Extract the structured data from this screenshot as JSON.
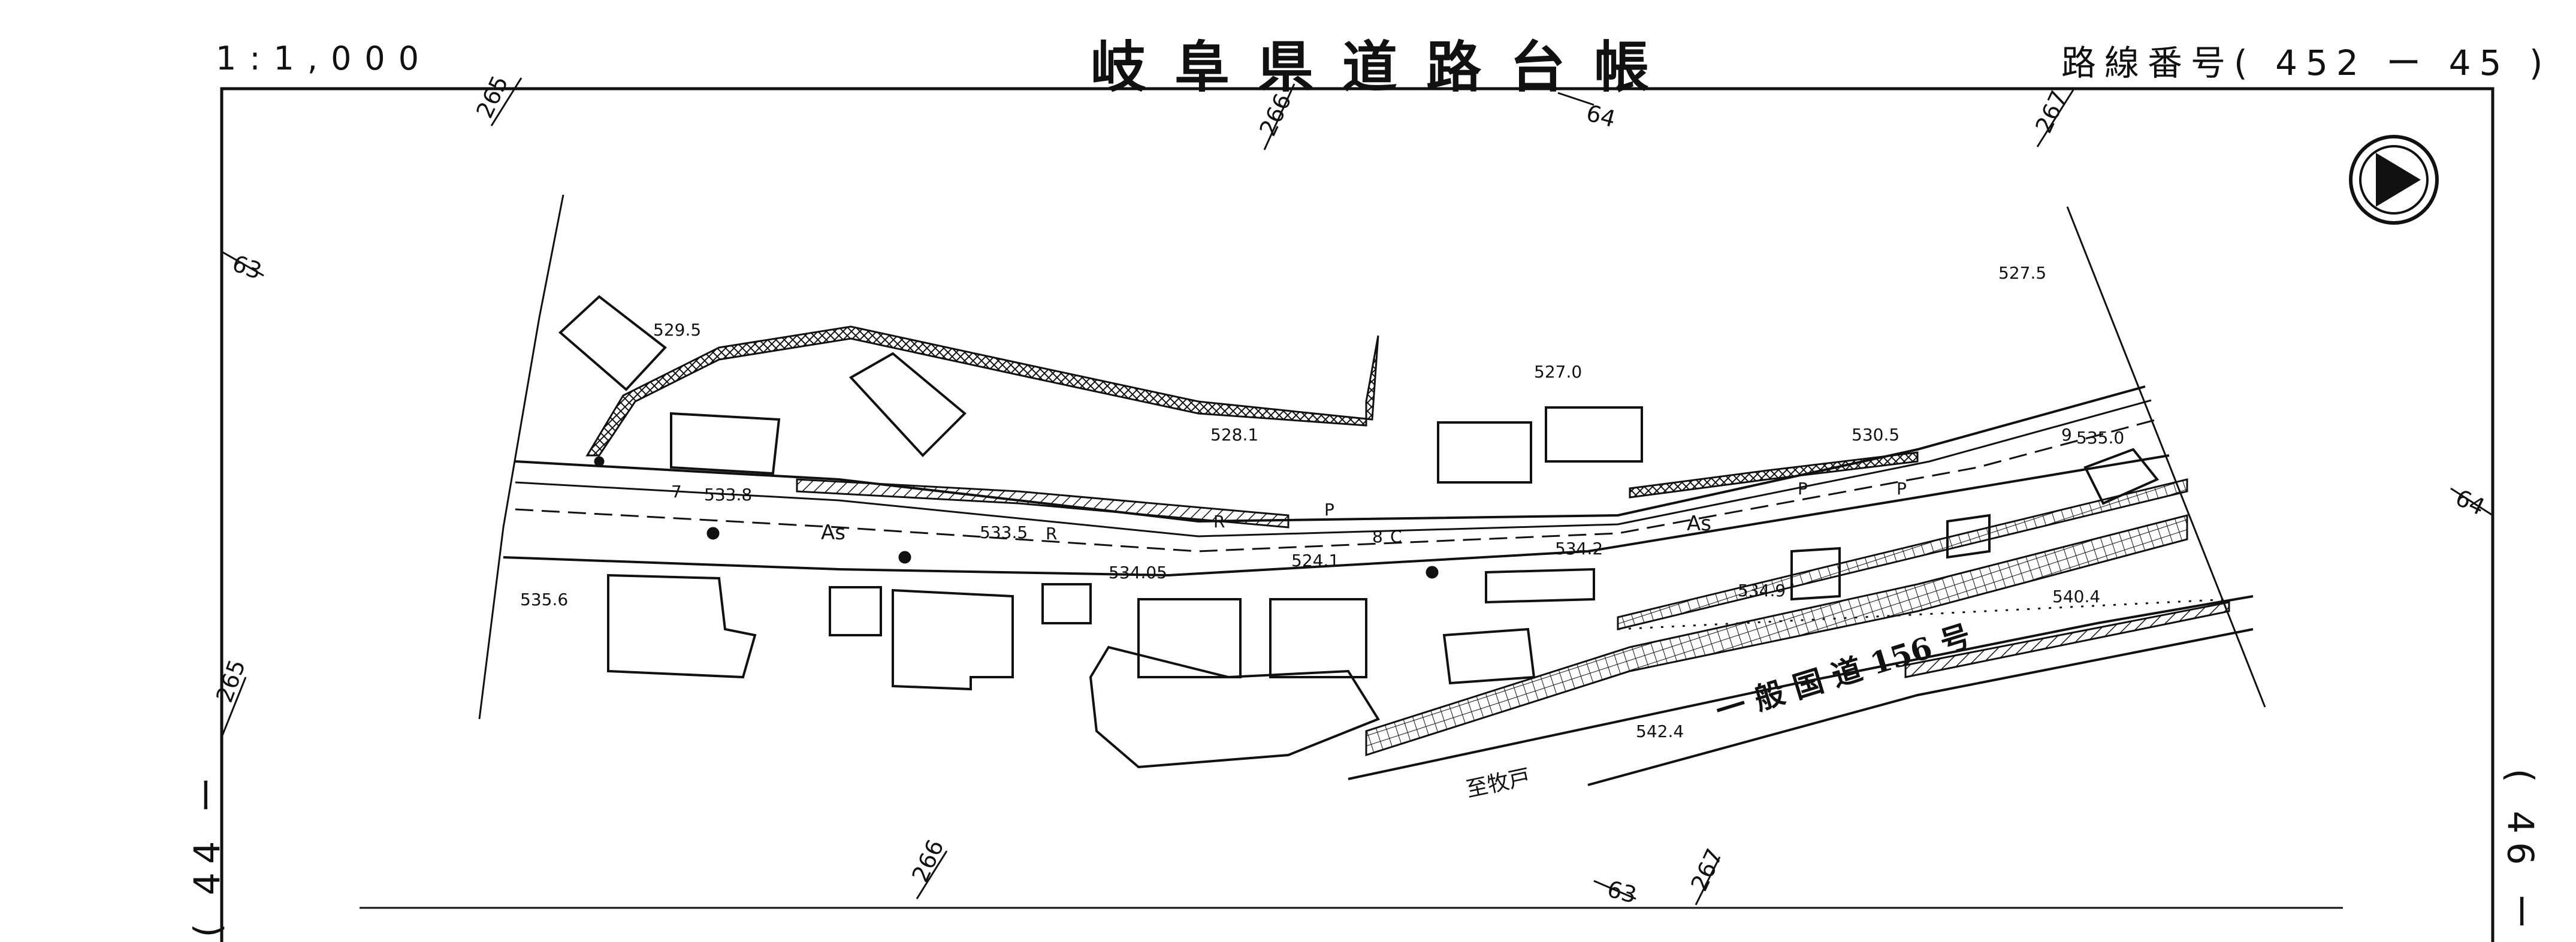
{
  "header": {
    "scale": "1:1,000",
    "title": "岐阜県道路台帳",
    "route_label": "路線番号( 452 ー 45 )"
  },
  "margins": {
    "left_sheet": "( 44 ー",
    "right_sheet": "( 46 ー"
  },
  "grid_labels": {
    "g265_top": "265",
    "g266_top": "266",
    "g64_top": "64",
    "g267_top": "267",
    "g63_left": "63",
    "g265_left": "265",
    "g64_right": "64",
    "g266_bottom": "266",
    "g63_bottom": "63",
    "g267_bottom": "267"
  },
  "elevations": {
    "e529_5": "529.5",
    "e533_8": "533.8",
    "e533_5": "533.5",
    "e534_05": "534.05",
    "e535_6": "535.6",
    "e528_1": "528.1",
    "e527_0": "527.0",
    "e524_1": "524.1",
    "e534_2": "534.2",
    "e530_5": "530.5",
    "e527_5": "527.5",
    "e535_0": "535.0",
    "e534_9": "534.9",
    "e540_4": "540.4",
    "e542_4": "542.4"
  },
  "road_labels": {
    "as_left": "As",
    "as_right": "As",
    "num_7": "7",
    "num_8": "8",
    "num_9": "9",
    "r1": "R",
    "r2": "R",
    "p1": "P",
    "p2": "P",
    "p3": "P",
    "c1": "C",
    "national_road": "一 般 国 道 156 号",
    "to_makido": "至牧戸"
  },
  "north_arrow": "north-arrow"
}
